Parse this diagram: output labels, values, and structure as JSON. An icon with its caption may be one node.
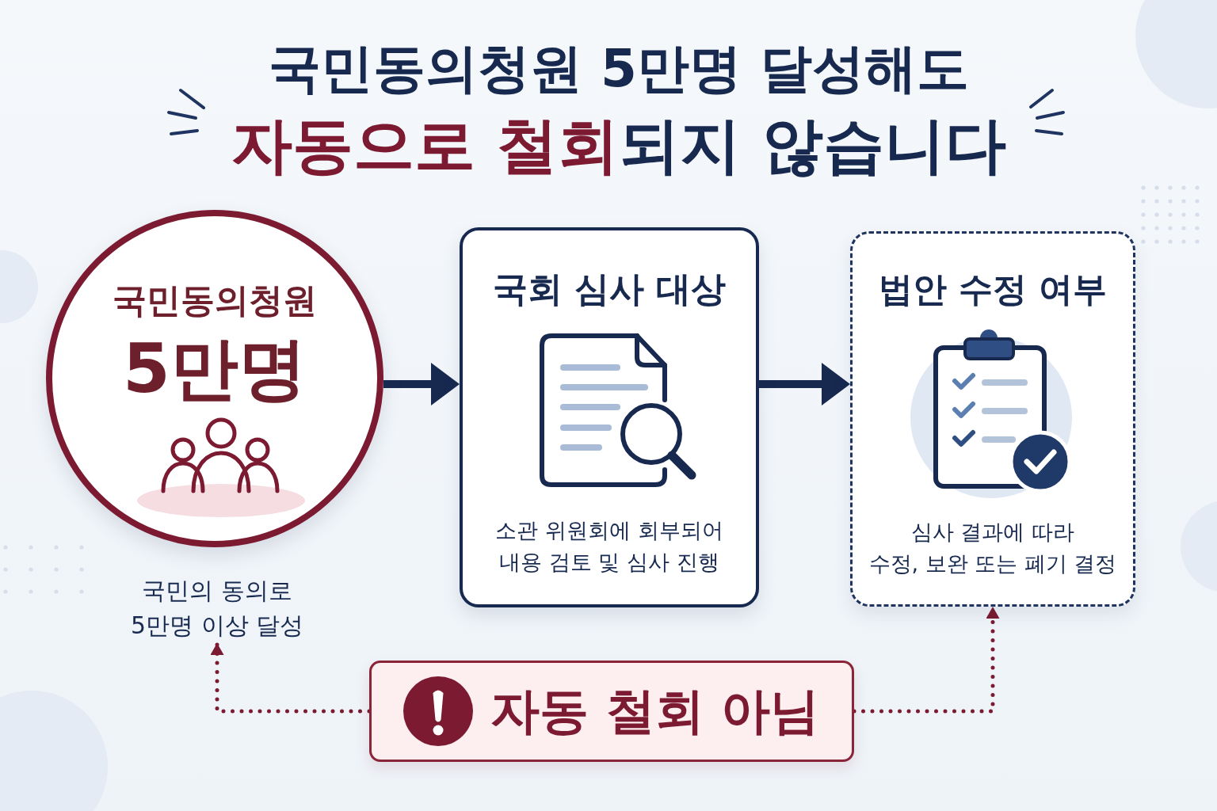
{
  "diagram": {
    "title": "국민동의청원 5만명 달성해도 **자동으로 철회**되지 않습니다",
    "nodes": [
      {
        "text": [
          "국민동의청원",
          "5만명"
        ]
      },
      {
        "text": [
          "국민의 동의로 5만명 이상 달성"
        ]
      },
      {
        "text": [
          "국회 심사 대상",
          "소관 위원회에 회부되어 내용 검토 및 심사 진행"
        ]
      },
      {
        "text": [
          "법안 수정 여부",
          "심사 결과에 따라 수정, 보완 또는 폐기 결정"
        ]
      },
      {
        "text": [
          "자동 철회 아님"
        ]
      }
    ],
    "edges": [
      {
        "from": 0,
        "to": 2,
        "arrow": "to"
      },
      {
        "from": 2,
        "to": 3,
        "arrow": "to"
      },
      {
        "from": 4,
        "to": 1,
        "arrow": "to",
        "style": "dashed",
        "color": "#7b1a30"
      },
      {
        "from": 4,
        "to": 3,
        "arrow": "to",
        "style": "dashed",
        "color": "#7b1a30"
      }
    ]
  }
}
